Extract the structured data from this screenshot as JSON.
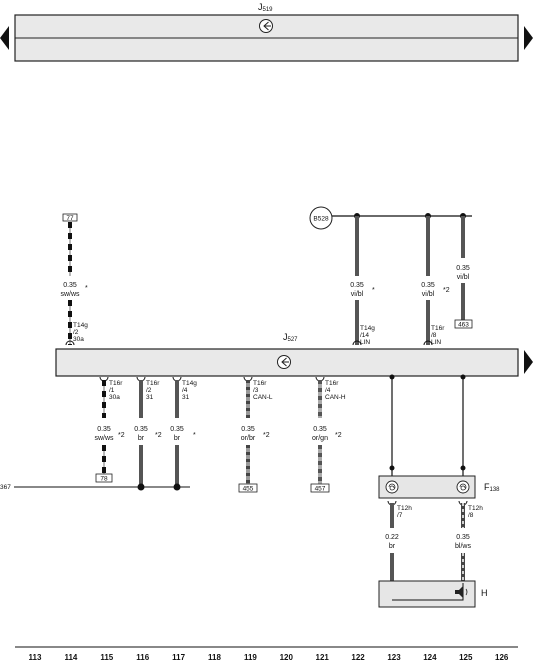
{
  "components": {
    "j519": {
      "label": "J",
      "sub": "519"
    },
    "j527": {
      "label": "J",
      "sub": "527"
    },
    "b528": "B528",
    "f138": {
      "label": "F",
      "sub": "138"
    },
    "h": "H"
  },
  "off_page_refs": [
    "77",
    "78",
    "455",
    "457",
    "463"
  ],
  "ground_ref": "367",
  "wires": [
    {
      "size": "0.35",
      "color": "sw/ws",
      "mark": "*"
    },
    {
      "size": "0.35",
      "color": "vi/bl",
      "mark": "*"
    },
    {
      "size": "0.35",
      "color": "vi/bl",
      "mark": "*2"
    },
    {
      "size": "0.35",
      "color": "vi/bl",
      "mark": ""
    },
    {
      "size": "0.35",
      "color": "sw/ws",
      "mark": "*2"
    },
    {
      "size": "0.35",
      "color": "br",
      "mark": "*2"
    },
    {
      "size": "0.35",
      "color": "br",
      "mark": "*"
    },
    {
      "size": "0.35",
      "color": "or/br",
      "mark": "*2"
    },
    {
      "size": "0.35",
      "color": "or/gn",
      "mark": "*2"
    },
    {
      "size": "0.22",
      "color": "br",
      "mark": ""
    },
    {
      "size": "0.35",
      "color": "bl/ws",
      "mark": ""
    }
  ],
  "pins_top": [
    {
      "conn": "T14g",
      "pin": "/2",
      "sig": "30a"
    },
    {
      "conn": "T14g",
      "pin": "/14",
      "sig": "LIN"
    },
    {
      "conn": "T16r",
      "pin": "/8",
      "sig": "LIN"
    }
  ],
  "pins_bottom": [
    {
      "conn": "T16r",
      "pin": "/1",
      "sig": "30a"
    },
    {
      "conn": "T16r",
      "pin": "/2",
      "sig": "31"
    },
    {
      "conn": "T14g",
      "pin": "/4",
      "sig": "31"
    },
    {
      "conn": "T16r",
      "pin": "/3",
      "sig": "CAN-L"
    },
    {
      "conn": "T16r",
      "pin": "/4",
      "sig": "CAN-H"
    }
  ],
  "pins_f138": [
    {
      "conn": "T12h",
      "pin": "/7"
    },
    {
      "conn": "T12h",
      "pin": "/8"
    }
  ],
  "grid_numbers": [
    "113",
    "114",
    "115",
    "116",
    "117",
    "118",
    "119",
    "120",
    "121",
    "122",
    "123",
    "124",
    "125",
    "126"
  ]
}
